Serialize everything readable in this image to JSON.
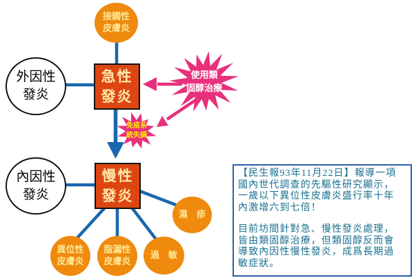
{
  "diagram": {
    "nodes": {
      "contact": {
        "line1": "接觸性",
        "line2": "皮膚炎"
      },
      "exogenous": {
        "line1": "外因性",
        "line2": "發炎"
      },
      "acute": {
        "line1": "急性",
        "line2": "發炎"
      },
      "steroid": {
        "line1": "使用類",
        "line2": "固醇治療"
      },
      "immune": {
        "line1": "免疫系",
        "line2": "統失調"
      },
      "chronic": {
        "line1": "慢性",
        "line2": "發炎"
      },
      "endogenous": {
        "line1": "內因性",
        "line2": "發炎"
      },
      "eczema": {
        "label": "濕　疹"
      },
      "atopic": {
        "line1": "異位性",
        "line2": "皮膚炎"
      },
      "seborrheic": {
        "line1": "脂漏性",
        "line2": "皮膚炎"
      },
      "allergy": {
        "label": "過　敏"
      }
    },
    "colors": {
      "circle_orange": "#EF8A0E",
      "square_red": "#DD4612",
      "burst_pink": "#E8307C",
      "line_blue": "#1868AE",
      "infobox_border": "#2B5FA8",
      "infobox_text": "#19708F",
      "burst_small_text": "#FFE800",
      "node_text_yellow": "#FFE790"
    },
    "infobox": {
      "paragraph1": "【民生報93年11月22日】報導一項\n國內世代調查的先驅性研究顯示，\n一歲以下異位性皮膚炎盛行率十年\n內激增六到七倍！",
      "paragraph2": "目前坊間針對急、慢性發炎處理，\n皆由類固醇治療，但類固醇反而會\n導致內因性慢性發炎，成爲長期過\n敏症狀。"
    }
  }
}
